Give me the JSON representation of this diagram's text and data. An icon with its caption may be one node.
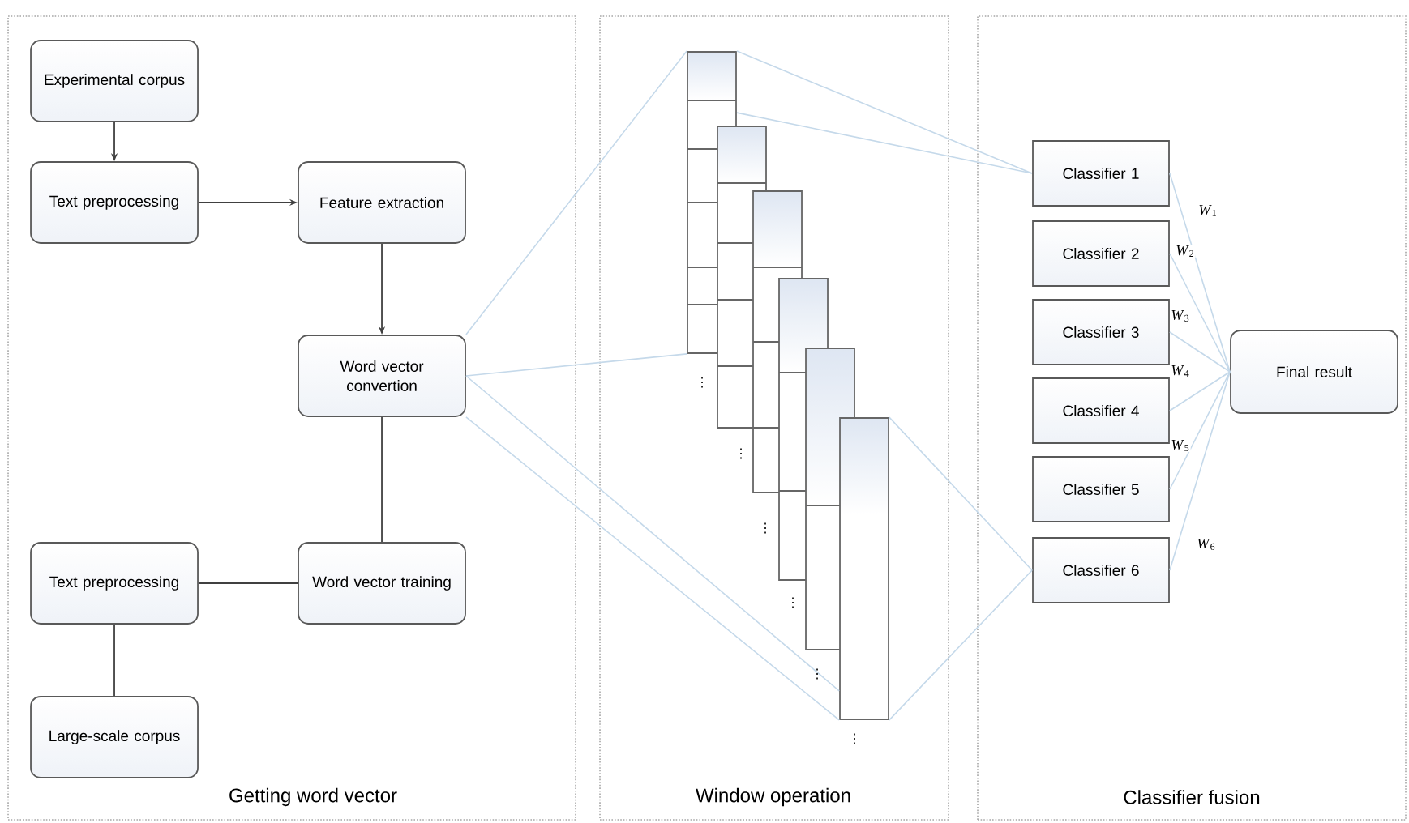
{
  "diagram": {
    "nodes": [
      {
        "text": [
          "Getting word vector"
        ]
      },
      {
        "text": [
          "Experimental corpus"
        ],
        "in": 0
      },
      {
        "text": [
          "Text preprocessing"
        ],
        "in": 0
      },
      {
        "text": [
          "Feature extraction"
        ],
        "in": 0
      },
      {
        "text": [
          "Word vector convertion"
        ],
        "in": 0
      },
      {
        "text": [
          "Text preprocessing"
        ],
        "in": 0
      },
      {
        "text": [
          "Word vector training"
        ],
        "in": 0
      },
      {
        "text": [
          "Large-scale corpus"
        ],
        "in": 0
      },
      {
        "text": [
          "Window operation"
        ]
      },
      {
        "text": [],
        "shape": "bar",
        "in": 8
      },
      {
        "text": [],
        "shape": "bar",
        "in": 8
      },
      {
        "text": [],
        "shape": "bar",
        "in": 8
      },
      {
        "text": [],
        "shape": "bar",
        "in": 8
      },
      {
        "text": [],
        "shape": "bar",
        "in": 8
      },
      {
        "text": [],
        "shape": "bar",
        "in": 8
      },
      {
        "text": [
          "Classifier fusion"
        ]
      },
      {
        "text": [
          "Classifier 1"
        ],
        "in": 15
      },
      {
        "text": [
          "Classifier 2"
        ],
        "in": 15
      },
      {
        "text": [
          "Classifier 3"
        ],
        "in": 15
      },
      {
        "text": [
          "Classifier 4"
        ],
        "in": 15
      },
      {
        "text": [
          "Classifier 5"
        ],
        "in": 15
      },
      {
        "text": [
          "Classifier 6"
        ],
        "in": 15
      },
      {
        "text": [
          "Final result"
        ],
        "in": 15
      }
    ],
    "edges": [
      {
        "from": 1,
        "to": 2,
        "arrow": "to",
        "color": "#404040"
      },
      {
        "from": 2,
        "to": 3,
        "arrow": "to",
        "color": "#404040"
      },
      {
        "from": 3,
        "to": 4,
        "arrow": "to",
        "color": "#404040"
      },
      {
        "from": 4,
        "to": 6,
        "arrow": "none",
        "color": "#404040"
      },
      {
        "from": 5,
        "to": 6,
        "arrow": "none",
        "color": "#404040"
      },
      {
        "from": 5,
        "to": 7,
        "arrow": "none",
        "color": "#404040"
      },
      {
        "from": 4,
        "to": 9,
        "arrow": "none"
      },
      {
        "from": 4,
        "to": 14,
        "arrow": "none"
      },
      {
        "from": 9,
        "to": 16,
        "arrow": "none"
      },
      {
        "from": 14,
        "to": 21,
        "arrow": "none"
      },
      {
        "from": 16,
        "to": 22,
        "arrow": "none",
        "label": "*W*$_{1}$"
      },
      {
        "from": 17,
        "to": 22,
        "arrow": "none",
        "label": "*W*$_{2}$"
      },
      {
        "from": 18,
        "to": 22,
        "arrow": "none",
        "label": "*W*$_{3}$"
      },
      {
        "from": 19,
        "to": 22,
        "arrow": "none",
        "label": "*W*$_{4}$"
      },
      {
        "from": 20,
        "to": 22,
        "arrow": "none",
        "label": "*W*$_{5}$"
      },
      {
        "from": 21,
        "to": 22,
        "arrow": "none",
        "label": "*W*$_{6}$"
      }
    ],
    "labels": [
      "⋮",
      "⋮",
      "⋮",
      "⋮",
      "⋮",
      "⋮"
    ]
  }
}
